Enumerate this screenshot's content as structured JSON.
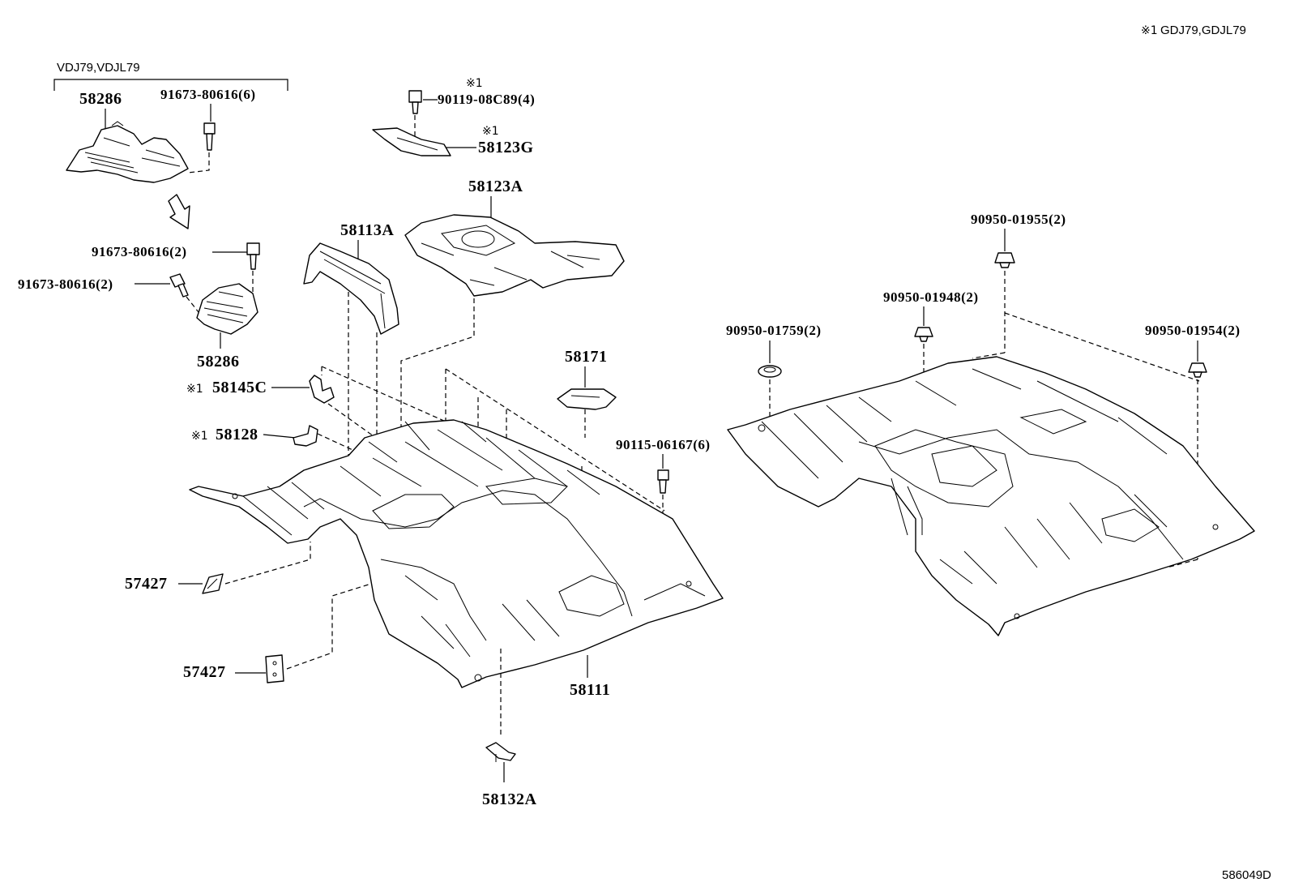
{
  "header": {
    "note_marker": "※1",
    "note_text": "GDJ79,GDJL79"
  },
  "footer": {
    "diagram_code": "586049D"
  },
  "variant_group": {
    "label": "VDJ79,VDJL79"
  },
  "callouts": {
    "boot_top": "58286",
    "screw_6": "91673-80616(6)",
    "screw_2_upper": "91673-80616(2)",
    "screw_2_left": "91673-80616(2)",
    "boot_lower": "58286",
    "bolt_4_marker": "※1",
    "bolt_4": "90119-08C89(4)",
    "plate_g_marker": "※1",
    "plate_g": "58123G",
    "plate_a": "58123A",
    "reinf_a": "58113A",
    "bracket_c_marker": "※1",
    "bracket_c": "58145C",
    "bracket_128_marker": "※1",
    "bracket_128": "58128",
    "cover_171": "58171",
    "bolt_6": "90115-06167(6)",
    "plug_upper": "57427",
    "plug_lower": "57427",
    "floor_pan": "58111",
    "clip_a": "58132A",
    "plug_1955": "90950-01955(2)",
    "plug_1948": "90950-01948(2)",
    "plug_1759": "90950-01759(2)",
    "plug_1954": "90950-01954(2)"
  },
  "icons": [
    "arrow-down-icon",
    "bolt-icon",
    "plug-icon",
    "boot-icon",
    "floor-pan-icon"
  ]
}
